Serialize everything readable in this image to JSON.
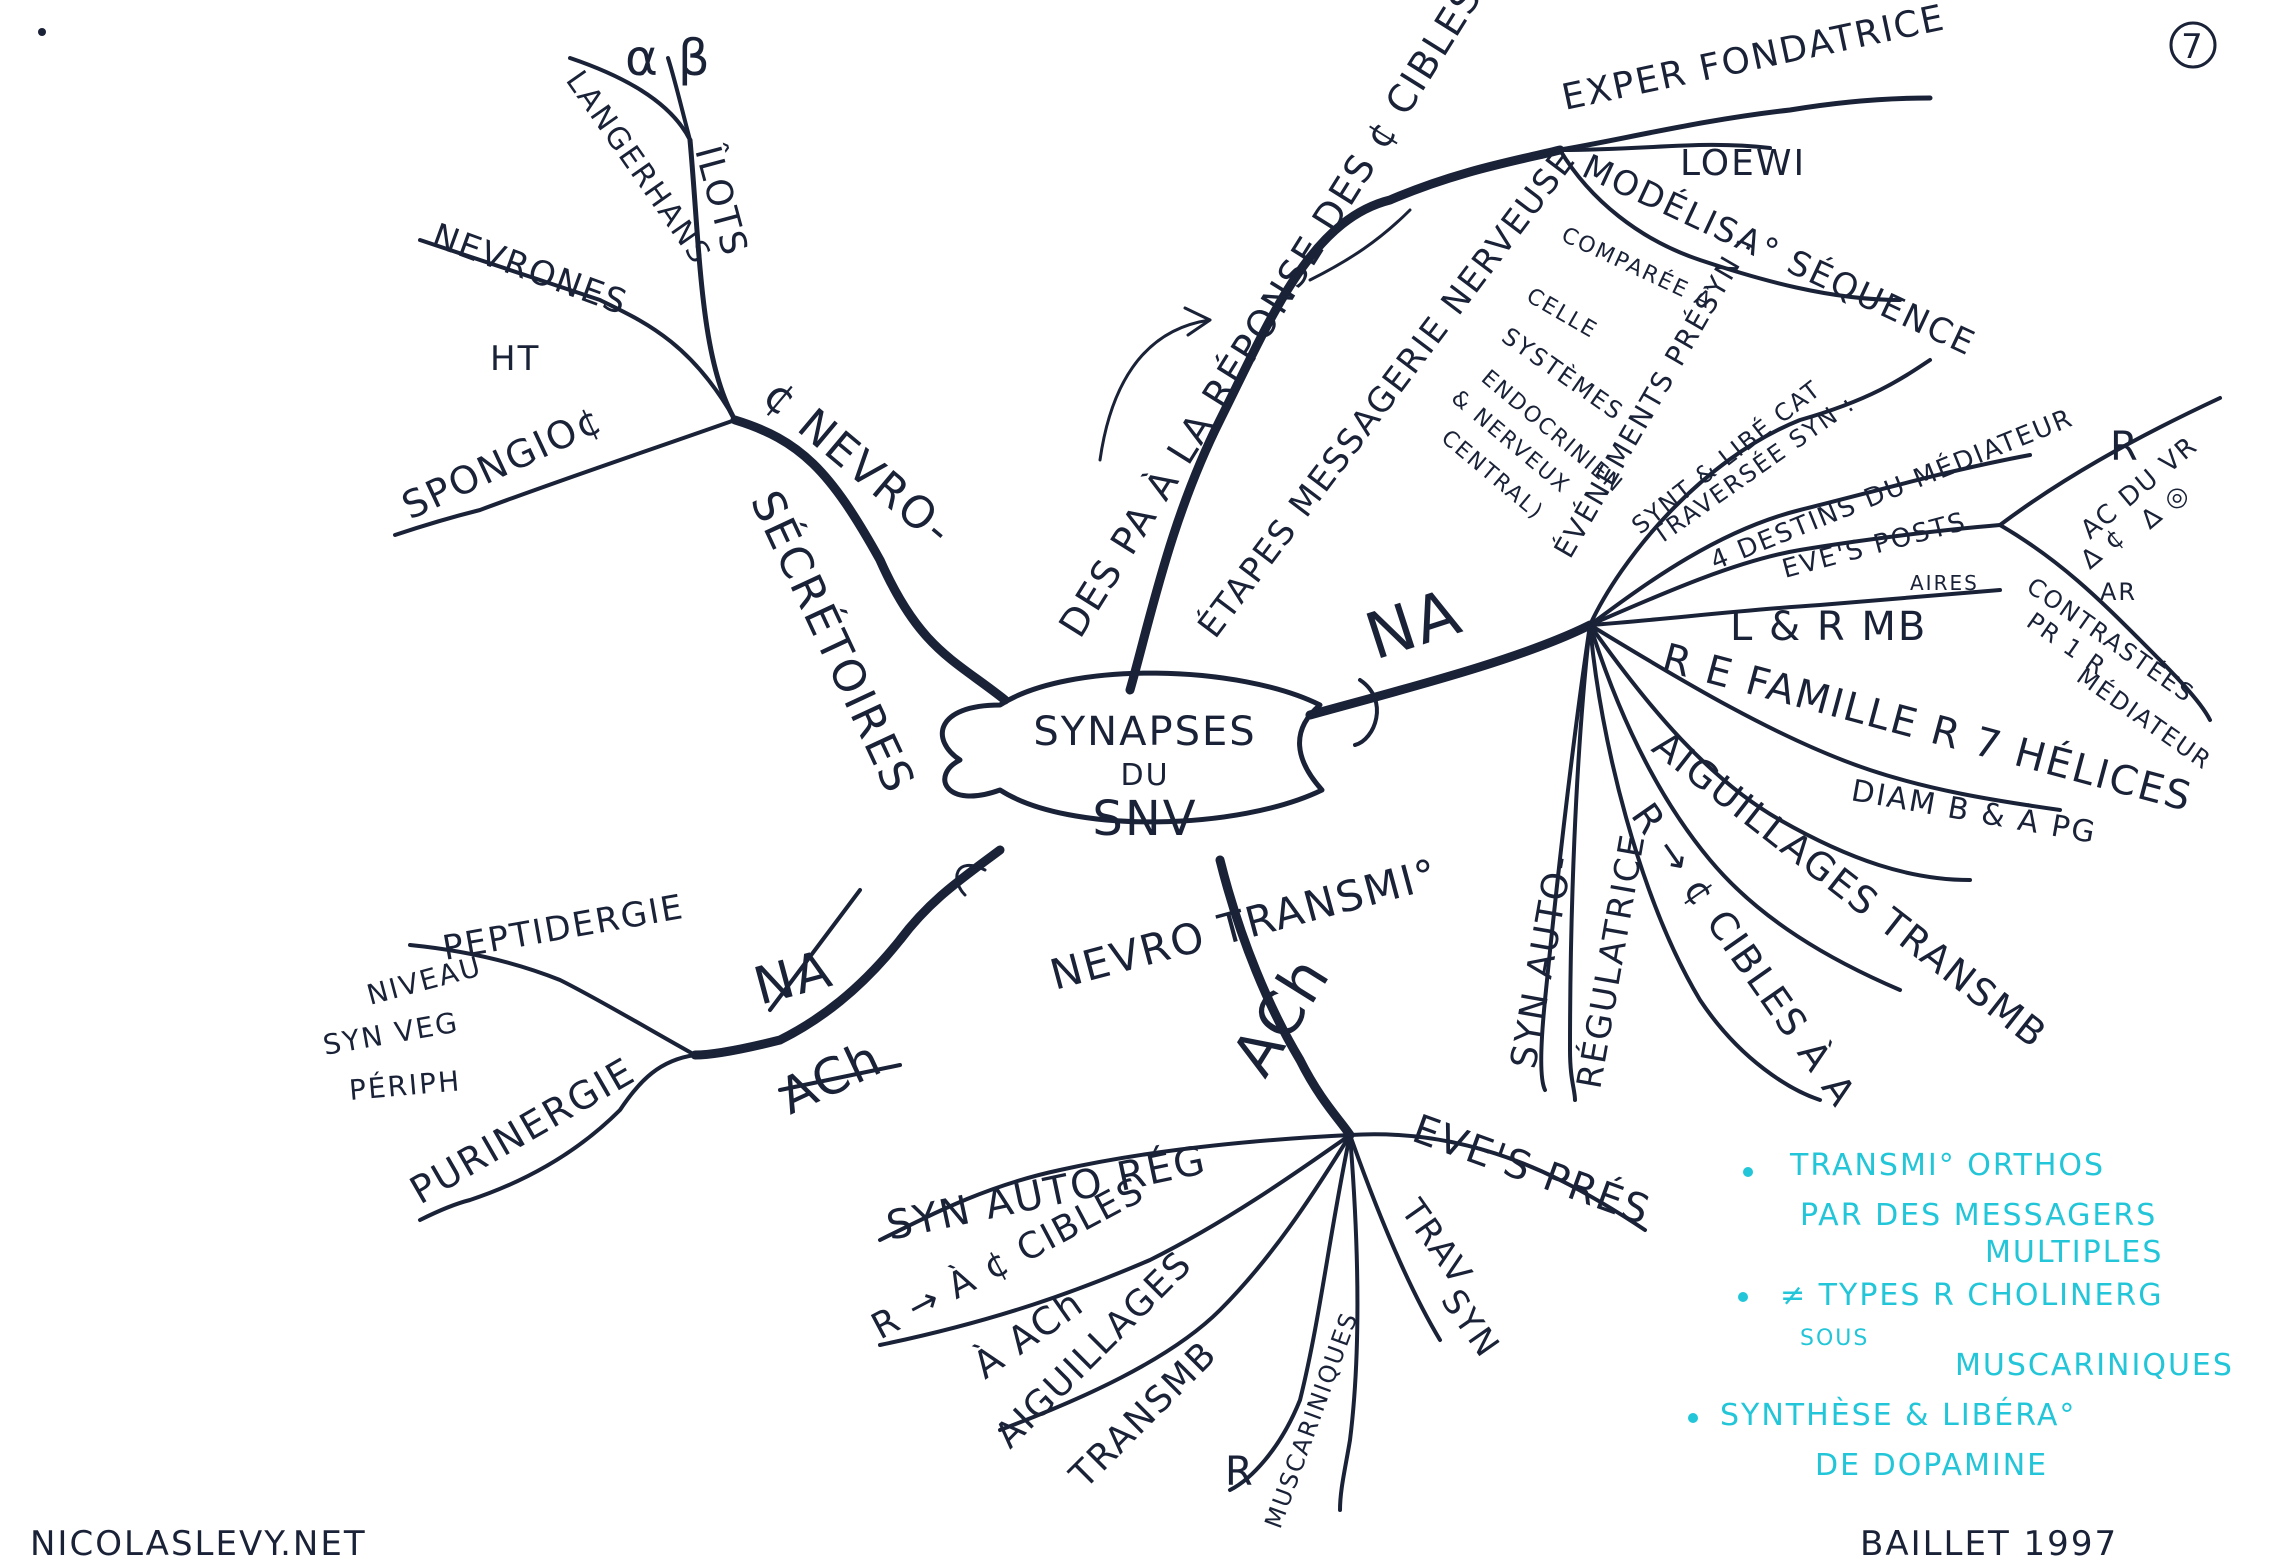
{
  "page_number": "7",
  "center": {
    "line1": "SYNAPSES",
    "line2": "DU",
    "line3": "SNV"
  },
  "branches": {
    "neurosecretory": {
      "label1": "¢ NEVRO-",
      "label2": "SÉCRÉTOIRES",
      "ilots": "ÎLOTS",
      "langerhans": "LANGERHANS",
      "alpha_beta": "α β",
      "neurones": "NEVRONES",
      "ht": "HT",
      "spongio": "SPONGIO¢"
    },
    "pa_response": {
      "label": "DES PA À LA RÉPONSE DES ¢ CIBLES :",
      "etapes": "ÉTAPES MESSAGERIE NERVEUSE",
      "exper": "EXPER FONDATRICE",
      "loewi": "LOEWI",
      "modelisa": "MODÉLISA° SÉQUENCE",
      "comparee1": "COMPARÉE À",
      "comparee2": "CELLE",
      "comparee3": "SYSTÈMES",
      "comparee4": "ENDOCRINIEN",
      "comparee5": "& NERVEUX",
      "comparee6": "CENTRAL)"
    },
    "na": {
      "label": "NA",
      "evenements": "ÉVÉNEMENTS PRÉSYN :",
      "synt": "SYNT & LIBÉ CAT",
      "traversee": "TRAVERSÉE SYN :",
      "destins": "4 DESTINS DU MÉDIATEUR",
      "evets_posts": "EVE'S POSTS",
      "r_label": "R",
      "ac_duvr1": "AC DU VR",
      "ac_duvr2": "∆ ¢",
      "ac_duvr3": "∆ ◎",
      "ar_arrow": "AR",
      "contrastees1": "CONTRASTÉES",
      "contrastees2": "PR 1 R",
      "contrastees3": "MÉDIATEUR",
      "lrmb": "L & R MB",
      "aires": "AIRES",
      "re_famille": "R E FAMILLE R 7 HÉLICES",
      "diam": "DIAM B & À PG",
      "aiguillages": "AIGUILLAGES TRANSMB",
      "cibles": "R → ¢ CIBLES À A",
      "syn_auto": "SYN AUTO-",
      "regulatrice": "RÉGULATRICE"
    },
    "neurotransm": {
      "label": "NEVRO TRANSMI°",
      "na_crossed": "NA",
      "ach_crossed": "ACh",
      "peptidergie": "PEPTIDERGIE",
      "niveau1": "NIVEAU",
      "niveau2": "SYN VEG",
      "niveau3": "PÉRIPH",
      "purinergie": "PURINERGIE"
    },
    "ach": {
      "label": "ACh",
      "syn_auto_reg": "SYN AUTO RÉG",
      "r_cibles": "R → À ¢ CIBLES",
      "a_ach": "À ACh",
      "aiguillages": "AIGUILLAGES",
      "transmb": "TRANSMB",
      "r": "R",
      "muscariniques": "MUSCARINIQUES",
      "trav_syn1": "TRAV",
      "trav_syn2": "SYN",
      "evets_pres": "EVE'S PRÉS"
    }
  },
  "notes": [
    {
      "line1": "TRANSMI° ORTHOS",
      "line2": "PAR DES MESSAGERS",
      "line3": "MULTIPLES"
    },
    {
      "line1": "≠ TYPES R CHOLINERG",
      "line2": "SOUS",
      "line3": "MUSCARINIQUES"
    },
    {
      "line1": "SYNTHÈSE & LIBÉRA°",
      "line2": "DE DOPAMINE"
    }
  ],
  "footer": {
    "left": "NICOLASLEVY.NET",
    "right": "BAILLET 1997"
  },
  "colors": {
    "ink": "#1a2238",
    "note": "#22c6d8"
  }
}
